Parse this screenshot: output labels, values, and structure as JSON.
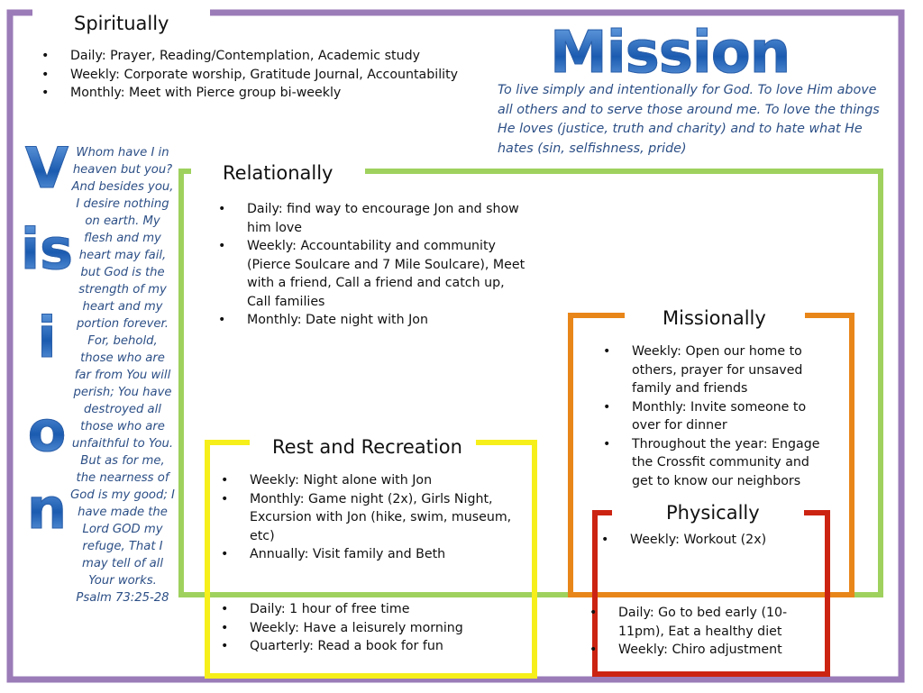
{
  "colors": {
    "spiritually": "#9b7bb8",
    "relationally": "#9fd15e",
    "missionally": "#e8861a",
    "rest": "#f6ef1a",
    "physically": "#cc2412",
    "accent": "#2c4f86"
  },
  "spiritually": {
    "title": "Spiritually",
    "items": [
      "Daily: Prayer, Reading/Contemplation, Academic study",
      "Weekly: Corporate worship, Gratitude Journal, Accountability",
      "Monthly: Meet with Pierce group bi-weekly"
    ]
  },
  "mission": {
    "title": "Mission",
    "text": "To live simply and intentionally for God.  To love Him above all others and to serve those around me.  To love the things He loves (justice, truth and charity) and to hate what He hates (sin, selfishness, pride)"
  },
  "vision": {
    "letters": [
      "V",
      "is",
      "i",
      "o",
      "n"
    ],
    "verse": "Whom have I in heaven but you? And besides you, I desire nothing on earth.  My flesh and my heart may fail, but God is the strength of my heart and my portion forever. For, behold, those who are far from You will perish; You have destroyed all those who are unfaithful to You. But as for me, the nearness of God is my good; I have made the Lord GOD my refuge, That I may tell of all Your works.",
    "reference": "Psalm 73:25-28"
  },
  "relationally": {
    "title": "Relationally",
    "items": [
      "Daily: find way to encourage Jon and show him love",
      "Weekly:  Accountability and community (Pierce Soulcare and 7 Mile Soulcare), Meet with a friend, Call a friend and catch up, Call families",
      "Monthly: Date night with Jon"
    ]
  },
  "missionally": {
    "title": "Missionally",
    "items": [
      "Weekly: Open our home to others, prayer for unsaved family and friends",
      "Monthly: Invite someone to over for dinner",
      "Throughout the year: Engage the Crossfit community and get to know our neighbors"
    ]
  },
  "rest": {
    "title": "Rest and Recreation",
    "items": [
      "Weekly: Night alone with Jon",
      "Monthly: Game night (2x), Girls Night, Excursion with Jon (hike, swim, museum, etc)",
      "Annually: Visit family and Beth"
    ],
    "items_lower": [
      "Daily: 1 hour of free time",
      "Weekly: Have a leisurely morning",
      "Quarterly: Read a book for fun"
    ]
  },
  "physically": {
    "title": "Physically",
    "items": [
      "Weekly: Workout (2x)"
    ],
    "items_lower": [
      "Daily: Go to bed early (10-11pm), Eat a healthy diet",
      "Weekly: Chiro adjustment"
    ]
  }
}
